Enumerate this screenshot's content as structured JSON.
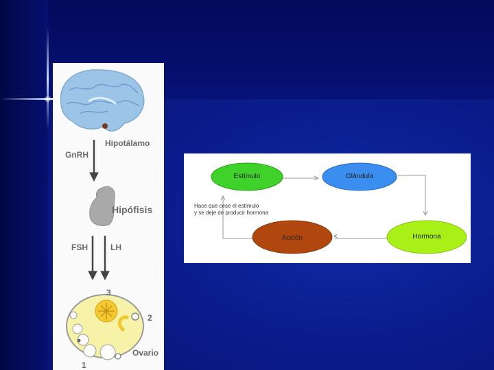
{
  "hormone_axis": {
    "hypothalamus_label": "Hipotálamo",
    "gnrh_label": "GnRH",
    "pituitary_label": "Hipófisis",
    "fsh_label": "FSH",
    "lh_label": "LH",
    "ovary_label": "Ovario",
    "num_1": "1",
    "num_2": "2",
    "num_3": "3"
  },
  "cycle": {
    "nodes": {
      "stimulus": "Estímulo",
      "gland": "Glándula",
      "hormone": "Hormona",
      "action": "Acción"
    },
    "note_line1": "Hace que cese el estímulo",
    "note_line2": "y se deje de producir hormona",
    "arrow_glyph": "<",
    "colors": {
      "stimulus": "#3fd22a",
      "gland": "#3a8ef0",
      "hormone": "#a8f018",
      "action": "#b0470e"
    }
  }
}
